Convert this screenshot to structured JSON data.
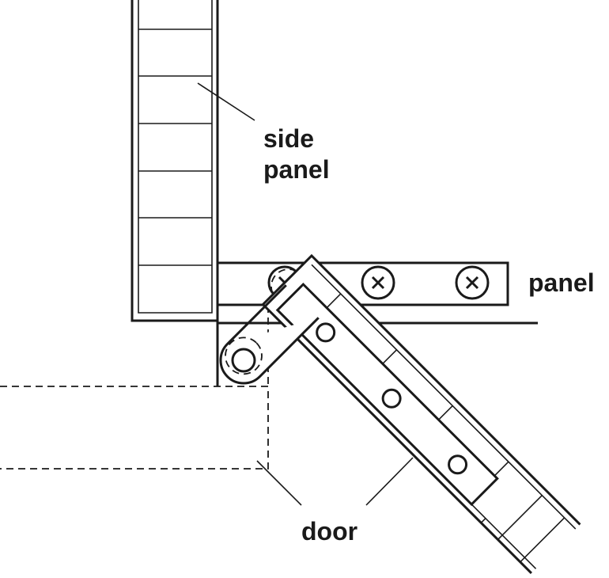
{
  "labels": {
    "side_panel_line1": "side",
    "side_panel_line2": "panel",
    "panel": "panel",
    "door": "door"
  },
  "colors": {
    "ink": "#1a1a1a",
    "background": "#ffffff"
  }
}
